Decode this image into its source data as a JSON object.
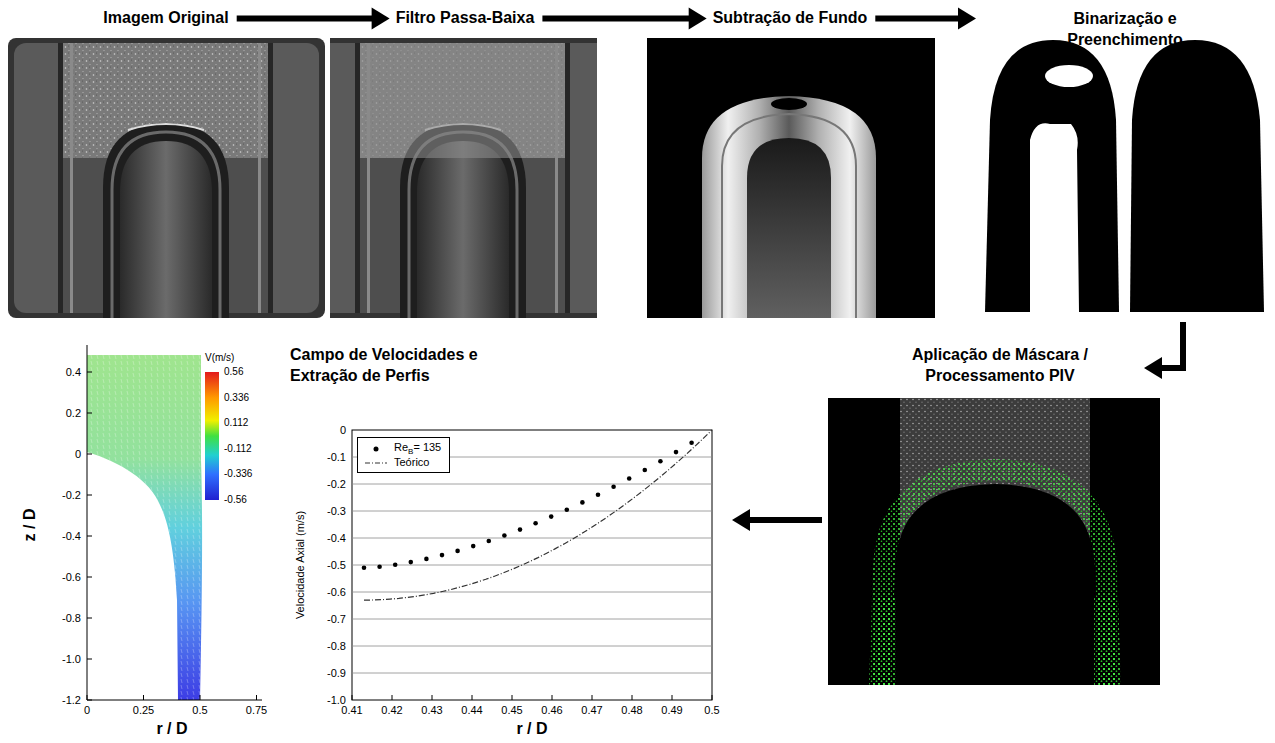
{
  "diagram": {
    "nodes": [
      {
        "text": [
          "Imagem Original"
        ]
      },
      {
        "text": [
          "Filtro Passa-Baixa"
        ]
      },
      {
        "text": [
          "Subtração de Fundo"
        ]
      },
      {
        "text": [
          "Binarização e Preenchimento"
        ]
      },
      {
        "text": [
          "Aplicação de Máscara / Processamento PIV"
        ]
      },
      {
        "text": [
          "Campo de Velocidades e Extração de Perfis"
        ]
      }
    ],
    "edges": [
      {
        "from": 0,
        "to": 1,
        "arrow": "to"
      },
      {
        "from": 1,
        "to": 2,
        "arrow": "to"
      },
      {
        "from": 2,
        "to": 3,
        "arrow": "to"
      },
      {
        "from": 3,
        "to": 4,
        "arrow": "to"
      },
      {
        "from": 4,
        "to": 5,
        "arrow": "to"
      }
    ],
    "labels": [
      "V(m/s)",
      "0.56",
      "0.336",
      "0.112",
      "-0.112",
      "-0.336",
      "-0.56",
      "0.4",
      "0.2",
      "0",
      "-0.2",
      "-0.4",
      "-0.6",
      "-0.8",
      "-1.0",
      "-1.2",
      "0",
      "0.25",
      "0.5",
      "0.75",
      "z / D",
      "r / D",
      "0",
      "-0.1",
      "-0.2",
      "-0.3",
      "-0.4",
      "-0.5",
      "-0.6",
      "-0.7",
      "-0.8",
      "-0.9",
      "-1.0",
      "0.41",
      "0.42",
      "0.43",
      "0.44",
      "0.45",
      "0.46",
      "0.47",
      "0.48",
      "0.49",
      "0.5",
      "Velocidade Axial (m/s)",
      "r / D"
    ],
    "legend": [
      {
        "text": "ReB= 135"
      },
      {
        "text": "Teórico"
      }
    ]
  }
}
